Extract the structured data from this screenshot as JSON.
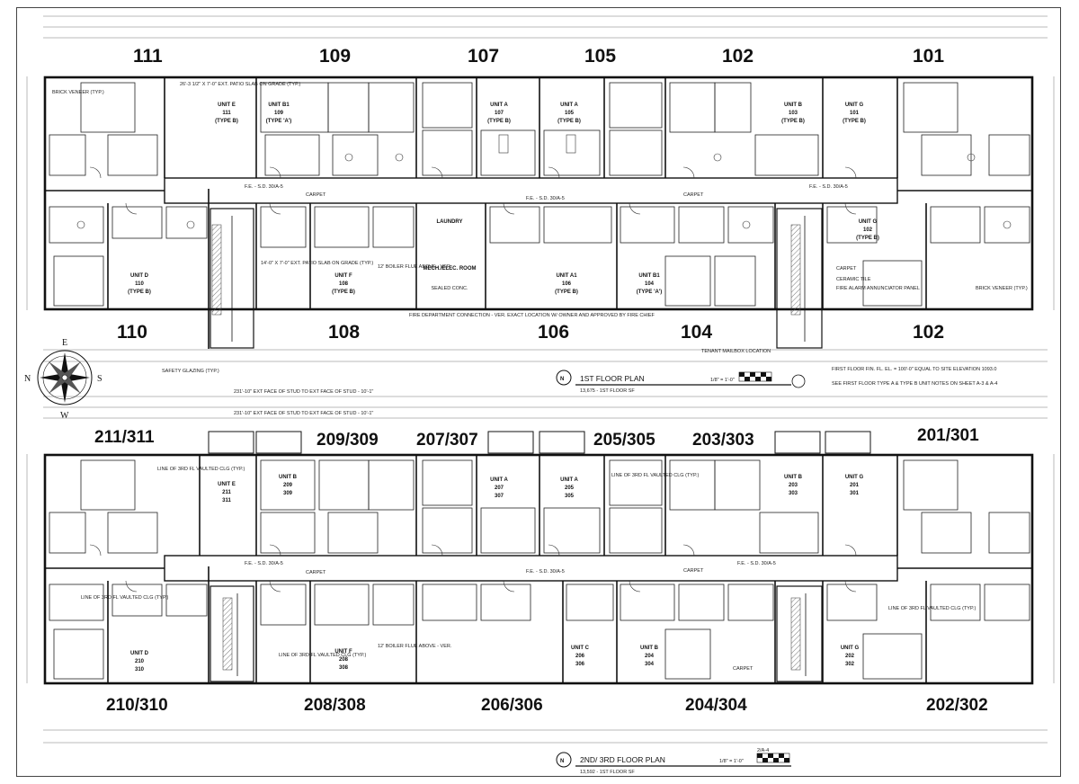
{
  "floor1": {
    "units_top": [
      "111",
      "109",
      "107",
      "105",
      "102",
      "101"
    ],
    "units_bottom": [
      "110",
      "108",
      "106",
      "104",
      "102"
    ],
    "rooms": [
      {
        "type": "UNIT E",
        "num": "111",
        "kind": "(TYPE B)"
      },
      {
        "type": "UNIT B1",
        "num": "109",
        "kind": "(TYPE 'A')"
      },
      {
        "type": "UNIT A",
        "num": "107",
        "kind": "(TYPE B)"
      },
      {
        "type": "UNIT A",
        "num": "105",
        "kind": "(TYPE B)"
      },
      {
        "type": "UNIT B",
        "num": "103",
        "kind": "(TYPE B)"
      },
      {
        "type": "UNIT G",
        "num": "101",
        "kind": "(TYPE B)"
      },
      {
        "type": "UNIT D",
        "num": "110",
        "kind": "(TYPE B)"
      },
      {
        "type": "UNIT F",
        "num": "108",
        "kind": "(TYPE B)"
      },
      {
        "type": "UNIT A1",
        "num": "106",
        "kind": "(TYPE B)"
      },
      {
        "type": "UNIT B1",
        "num": "104",
        "kind": "(TYPE 'A')"
      },
      {
        "type": "UNIT G",
        "num": "102",
        "kind": "(TYPE B)"
      }
    ],
    "laundry": "LAUNDRY",
    "mech_room": "MECH./ELEC. ROOM",
    "sealed": "SEALED CONC.",
    "carpet": "CARPET",
    "fe_label": "F.E. - S.D. 30/A-5",
    "patio_left": "14'-0\" X 7'-0\" EXT. PATIO SLAB ON GRADE (TYP.)",
    "patio_top": "26'-3 1/2\" X 7'-0\" EXT. PATIO SLAB ON GRADE (TYP.)",
    "boiler": "12' BOILER FLUE ABOVE - VER.",
    "brick": "BRICK VENEER (TYP.)",
    "ceramic": "CERAMIC TILE",
    "fire_alarm": "FIRE ALARM ANNUNCIATOR PANEL",
    "fire_dept": "FIRE DEPARTMENT CONNECTION - VER. EXACT LOCATION W/ OWNER AND APPROVED BY FIRE CHIEF",
    "tenant_mailbox": "TENANT MAILBOX LOCATION",
    "safety_glazing": "SAFETY GLAZING (TYP.)",
    "title": "1ST FLOOR PLAN",
    "sf": "13,675 - 1ST FLOOR SF",
    "scale": "1/8\" = 1'-0\"",
    "notes": [
      "FIRST FLOOR FIN. FL. EL. = 100'-0\" EQUAL TO SITE ELEVATION 1093.0",
      "SEE FIRST FLOOR TYPE A & TYPE B UNIT NOTES ON SHEET A-3 & A-4"
    ],
    "overall_dim": "231'-10\" EXT FACE OF STUD TO EXT FACE OF STUD - 10'-1\""
  },
  "floor2": {
    "units_top": [
      "211/311",
      "209/309",
      "207/307",
      "205/305",
      "203/303",
      "201/301"
    ],
    "units_bottom": [
      "210/310",
      "208/308",
      "206/306",
      "204/304",
      "202/302"
    ],
    "rooms": [
      {
        "type": "UNIT E",
        "num": "211",
        "num2": "311"
      },
      {
        "type": "UNIT B",
        "num": "209",
        "num2": "309"
      },
      {
        "type": "UNIT A",
        "num": "207",
        "num2": "307"
      },
      {
        "type": "UNIT A",
        "num": "205",
        "num2": "305"
      },
      {
        "type": "UNIT B",
        "num": "203",
        "num2": "303"
      },
      {
        "type": "UNIT G",
        "num": "201",
        "num2": "301"
      },
      {
        "type": "UNIT D",
        "num": "210",
        "num2": "310"
      },
      {
        "type": "UNIT F",
        "num": "208",
        "num2": "308"
      },
      {
        "type": "UNIT C",
        "num": "206",
        "num2": "306"
      },
      {
        "type": "UNIT B",
        "num": "204",
        "num2": "304"
      },
      {
        "type": "UNIT G",
        "num": "202",
        "num2": "302"
      }
    ],
    "vaulted": "LINE OF 3RD FL VAULTED CLG (TYP.)",
    "title": "2ND/ 3RD FLOOR PLAN",
    "sf": "13,592 - 1ST FLOOR SF",
    "scale": "1/8\" = 1'-0\"",
    "sheet_ref": "2/A-4"
  },
  "compass": {
    "n": "N",
    "e": "E",
    "s": "S",
    "w": "W"
  }
}
